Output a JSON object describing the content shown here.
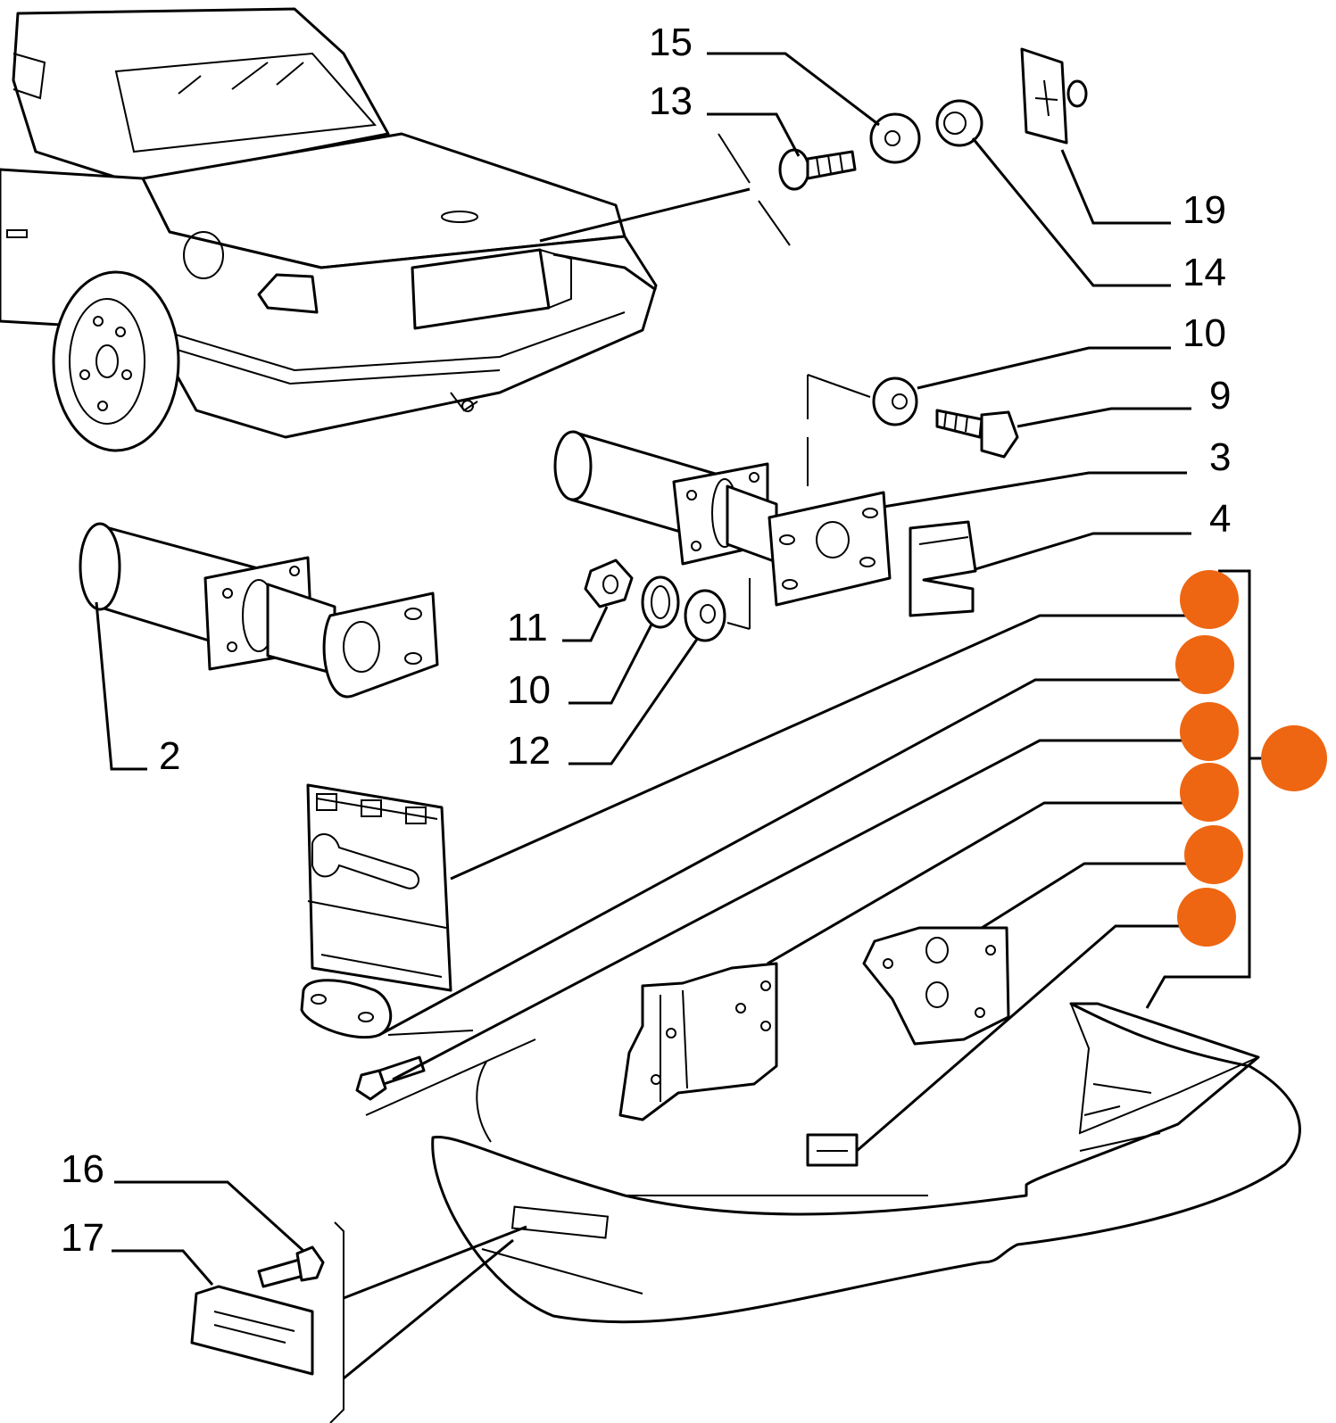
{
  "callouts": {
    "c15": "15",
    "c13": "13",
    "c19": "19",
    "c14": "14",
    "c10a": "10",
    "c9": "9",
    "c3": "3",
    "c4": "4",
    "c11": "11",
    "c10b": "10",
    "c12": "12",
    "c2": "2",
    "c16": "16",
    "c17": "17"
  },
  "colors": {
    "marker": "#ee6611",
    "line": "#000000",
    "background": "#ffffff"
  }
}
